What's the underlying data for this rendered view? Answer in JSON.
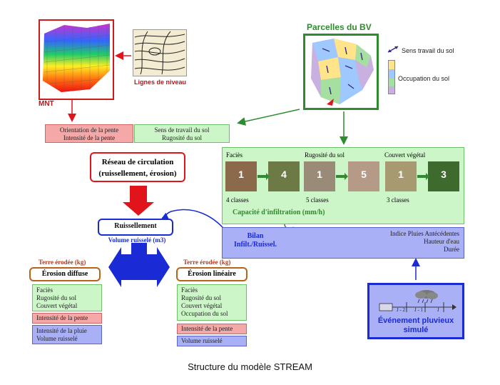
{
  "labels": {
    "mnt": "MNT",
    "lignes_niveau": "Lignes de niveau",
    "parcelles_bv": "Parcelles du BV",
    "sens_travail": "Sens travail du sol",
    "occupation_sol": "Occupation du sol"
  },
  "pink_top": [
    "Orientation de la pente",
    "Intensité de la pente"
  ],
  "green_top": [
    "Sens de travail du sol",
    "Rugosité du sol"
  ],
  "reseau": [
    "Réseau de circulation",
    "(ruissellement, érosion)"
  ],
  "infiltration": {
    "headers": [
      "Faciès",
      "Rugosité du sol",
      "Couvert végétal"
    ],
    "classes": [
      "4 classes",
      "5 classes",
      "3 classes"
    ],
    "thumb_nums": [
      "1",
      "4",
      "1",
      "5",
      "1",
      "3"
    ],
    "capacite": "Capacité d'infiltration (mm/h)"
  },
  "bilan": [
    "Bilan",
    "Infilt./Ruissel."
  ],
  "pluie_params": [
    "Indice Pluies Antécédentes",
    "Hauteur d'eau",
    "Durée"
  ],
  "ruissellement": {
    "title": "Ruissellement",
    "sub": "Volume ruisselé (m3)"
  },
  "erosion_diffuse": {
    "terre": "Terre érodée (kg)",
    "title": "Érosion diffuse",
    "green": [
      "Faciès",
      "Rugosité du sol",
      "Couvert végétal"
    ],
    "pink": [
      "Intensité de la pente"
    ],
    "blue": [
      "Intensité de la pluie",
      "Volume ruisselé"
    ]
  },
  "erosion_lineaire": {
    "terre": "Terre érodée (kg)",
    "title": "Érosion linéaire",
    "green": [
      "Faciès",
      "Rugosité du sol",
      "Couvert végétal",
      "Occupation du sol"
    ],
    "pink": [
      "Intensité de la pente"
    ],
    "blue": [
      "Volume ruisselé"
    ]
  },
  "evenement": {
    "title": [
      "Événement pluvieux",
      "simulé"
    ],
    "ticks": [
      "J - 2",
      "J - 1",
      "J"
    ]
  },
  "caption": "Structure du modèle STREAM",
  "colors": {
    "accent_red": "#e0141a",
    "accent_green": "#2e8b2e",
    "accent_blue": "#1a2bd6",
    "panel_green": "#ccf5c8",
    "panel_blue": "#aab0f5",
    "panel_pink": "#f4a8a8"
  }
}
